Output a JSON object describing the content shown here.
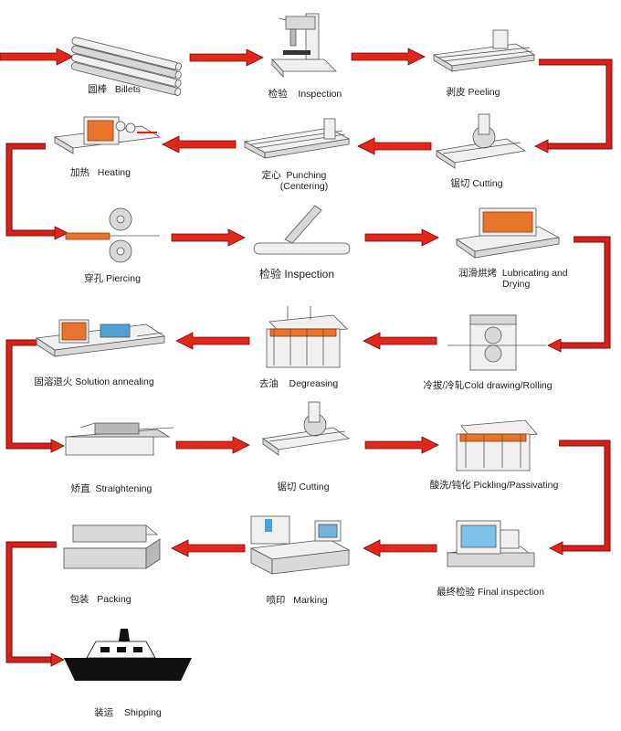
{
  "steps": [
    {
      "id": "billets",
      "zh": "圆棒",
      "en": "Billets"
    },
    {
      "id": "inspection1",
      "zh": "检验",
      "en": "Inspection"
    },
    {
      "id": "peeling",
      "zh": "剥皮",
      "en": "Peeling"
    },
    {
      "id": "heating",
      "zh": "加热",
      "en": "Heating"
    },
    {
      "id": "punching",
      "zh": "定心",
      "en": "Punching",
      "en2": "(Centering)"
    },
    {
      "id": "cutting1",
      "zh": "锯切",
      "en": "Cutting"
    },
    {
      "id": "piercing",
      "zh": "穿孔",
      "en": "Piercing"
    },
    {
      "id": "inspection2",
      "zh": "检验",
      "en": "Inspection"
    },
    {
      "id": "lubricating",
      "zh": "润滑烘烤",
      "en": "Lubricating and",
      "en2": "Drying"
    },
    {
      "id": "annealing",
      "zh": "固溶退火",
      "en": "Solution annealing"
    },
    {
      "id": "degreasing",
      "zh": "去油",
      "en": "Degreasing"
    },
    {
      "id": "rolling",
      "zh": "冷拔/冷轧",
      "en": "Cold drawing/Rolling"
    },
    {
      "id": "straightening",
      "zh": "矫直",
      "en": "Straightening"
    },
    {
      "id": "cutting2",
      "zh": "锯切",
      "en": "Cutting"
    },
    {
      "id": "pickling",
      "zh": "酸洗/钝化",
      "en": "Pickling/Passivating"
    },
    {
      "id": "packing",
      "zh": "包装",
      "en": "Packing"
    },
    {
      "id": "marking",
      "zh": "喷印",
      "en": "Marking"
    },
    {
      "id": "final",
      "zh": "最终检验",
      "en": "Final inspection"
    },
    {
      "id": "shipping",
      "zh": "装运",
      "en": "Shipping"
    }
  ],
  "colors": {
    "arrow": "#e1261c",
    "arrow_dark": "#7a0a06",
    "heat": "#e8732a"
  }
}
